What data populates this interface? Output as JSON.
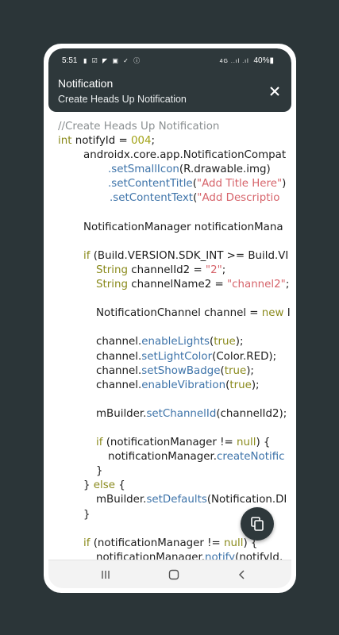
{
  "status_bar": {
    "time": "5:51",
    "left_icons": "▮ ☑ ◤ ▣ ✓ ⓘ",
    "signal": "4G ..ıl .ıl",
    "battery": "40%▮"
  },
  "header": {
    "title": "Notification",
    "subtitle": "Create Heads Up Notification",
    "close_icon": "close-icon"
  },
  "code": {
    "lines": [
      "//Create Heads Up Notification",
      "int notifyId = 004;",
      "androidx.core.app.NotificationCompat",
      ".setSmallIcon(R.drawable.img)",
      ".setContentTitle(\"Add Title Here\")",
      ".setContentText(\"Add Descriptio",
      "",
      "NotificationManager notificationMana",
      "",
      "if (Build.VERSION.SDK_INT >= Build.VI",
      "String channelId2 = \"2\";",
      "String channelName2 = \"channel2\";",
      "",
      "NotificationChannel channel = new I",
      "",
      "channel.enableLights(true);",
      "channel.setLightColor(Color.RED);",
      "channel.setShowBadge(true);",
      "channel.enableVibration(true);",
      "",
      "mBuilder.setChannelId(channelId2);",
      "",
      "if (notificationManager != null) {",
      "notificationManager.createNotific",
      "}",
      "} else {",
      "mBuilder.setDefaults(Notification.DI",
      "}",
      "",
      "if (notificationManager != null) {",
      "notificationManager.notify(notifyId,"
    ]
  },
  "fab": {
    "icon": "copy-icon"
  },
  "navbar": {
    "recents_icon": "recents-icon",
    "home_icon": "home-icon",
    "back_icon": "back-icon"
  },
  "colors": {
    "background": "#2b3538",
    "header": "#2e383b",
    "comment": "#8a8f91",
    "keyword": "#8a8a1c",
    "string": "#d6636a",
    "method": "#3d73a9"
  }
}
